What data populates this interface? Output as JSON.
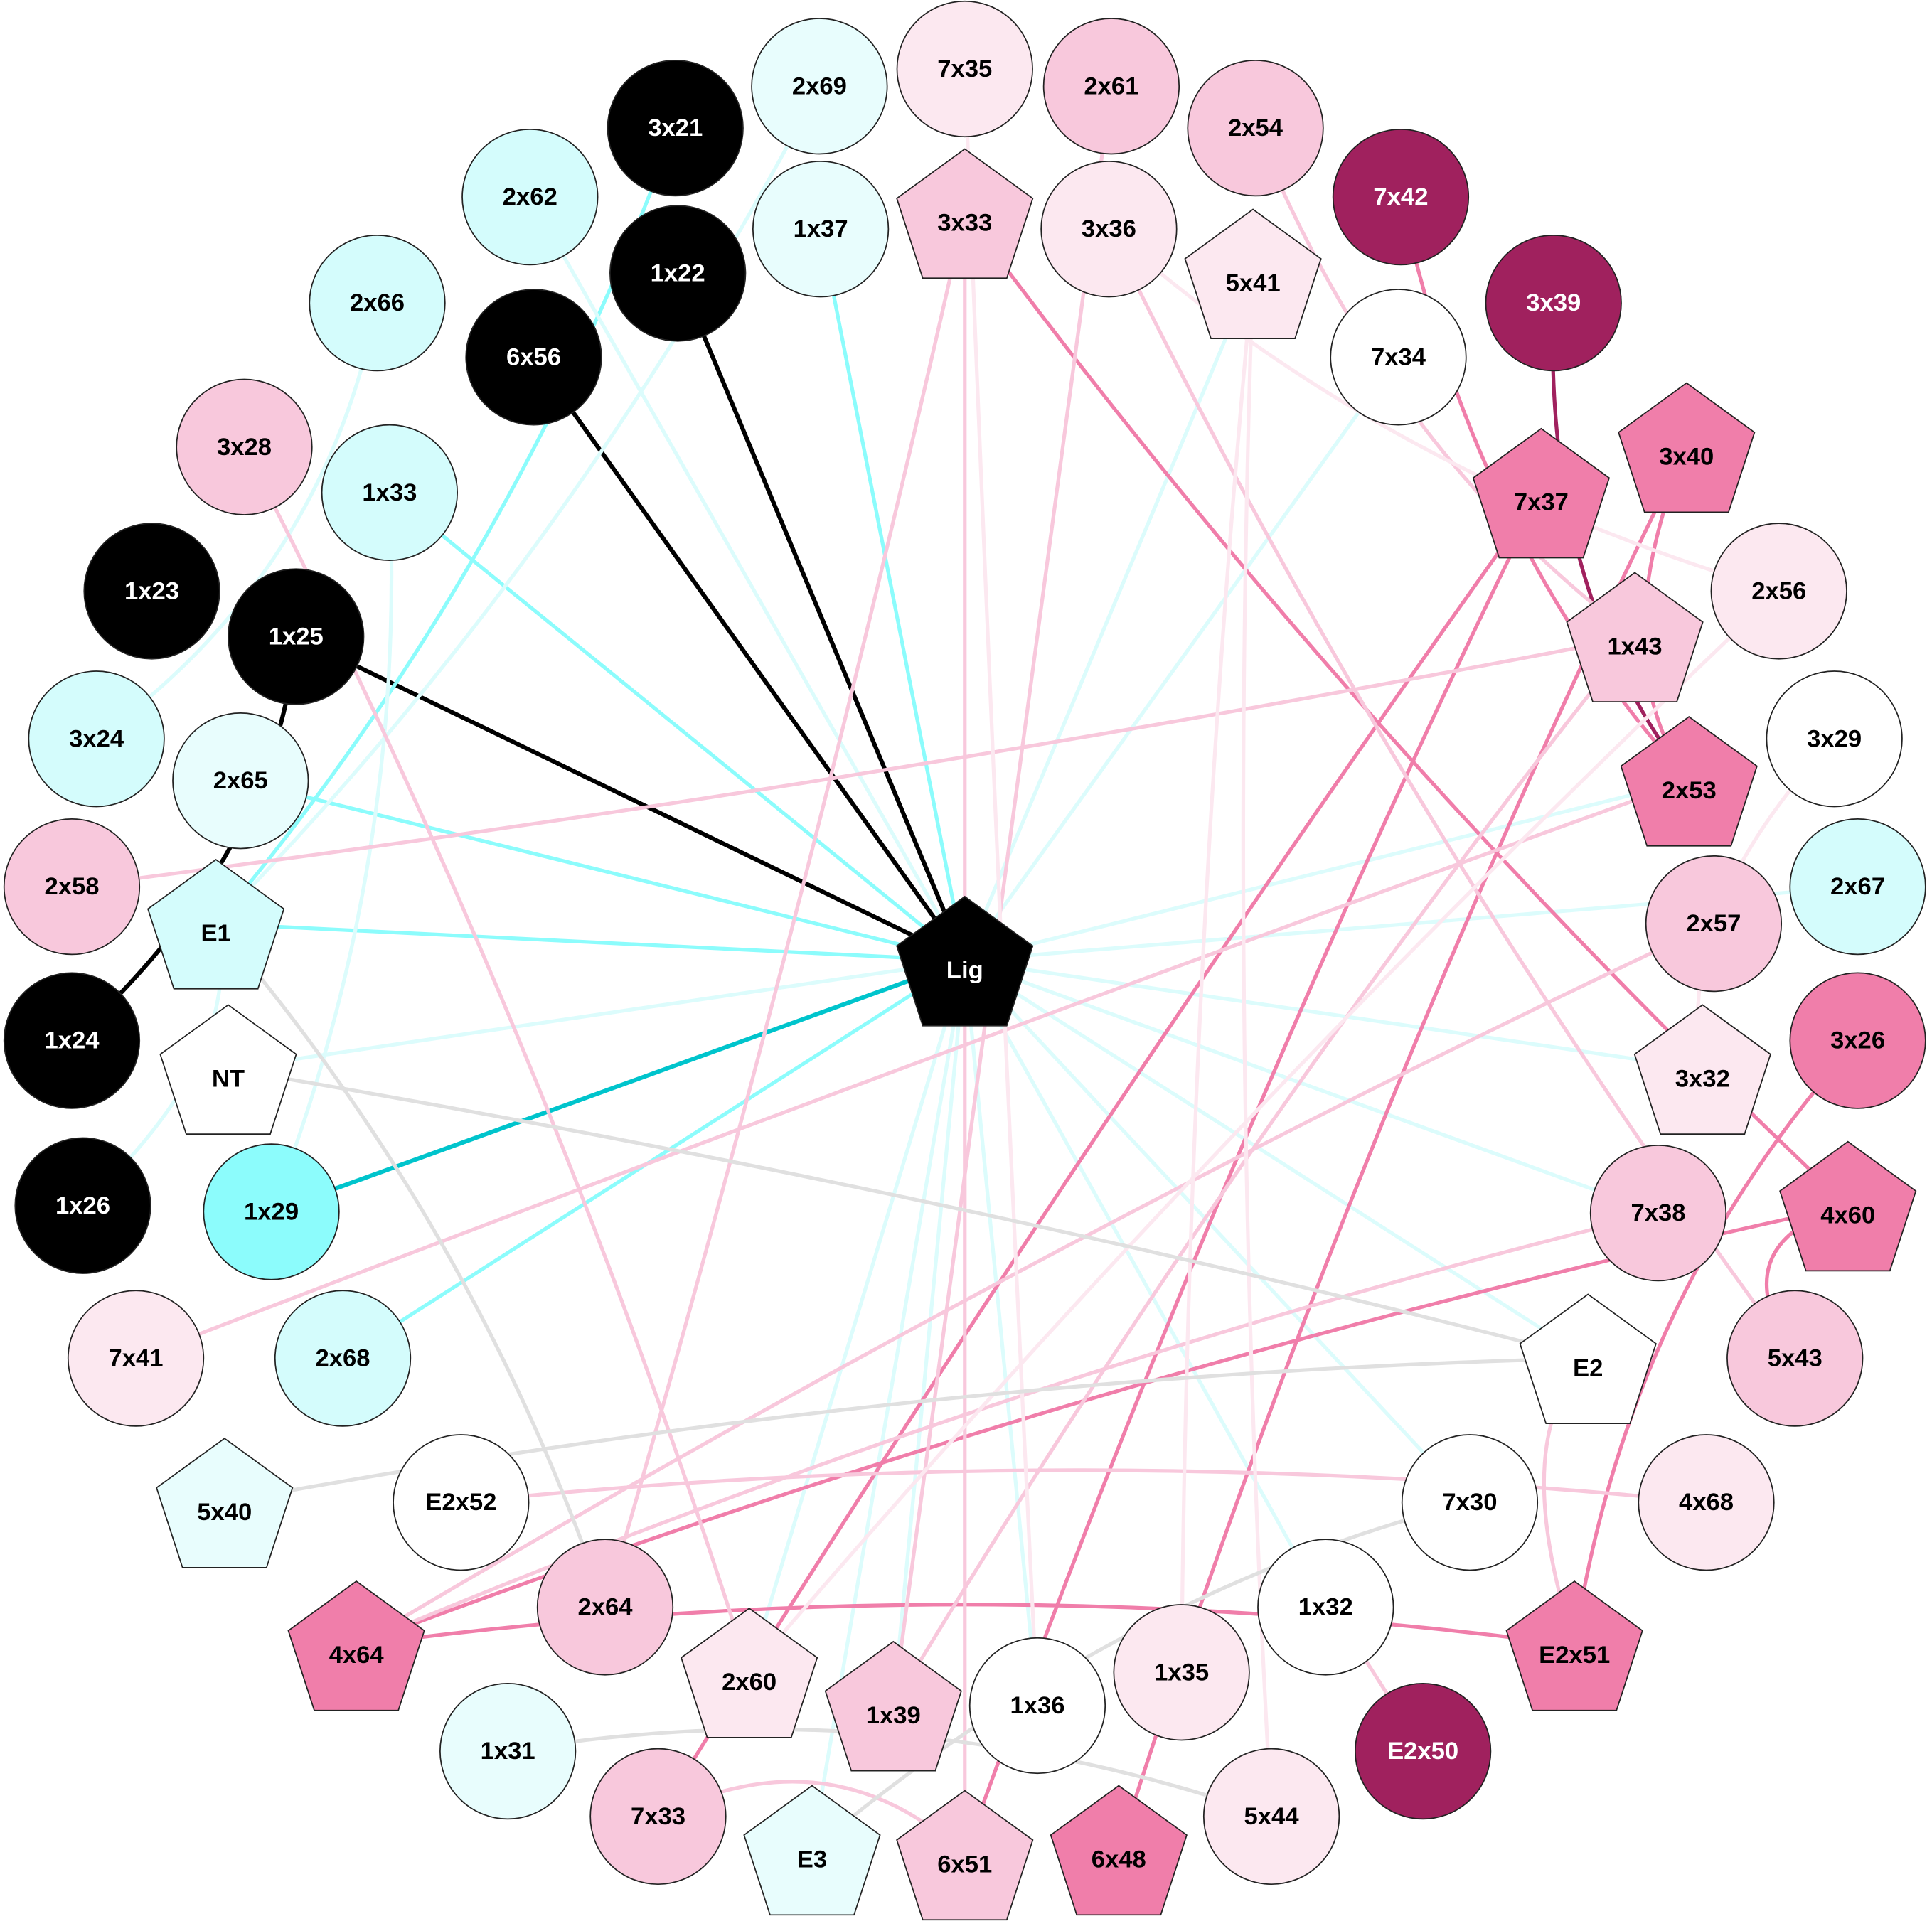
{
  "colors": {
    "black": "#000000",
    "dark_magenta": "#a0215e",
    "hot_pink": "#f07eaa",
    "pink": "#f8c8dc",
    "light_pink": "#fce8f0",
    "white": "#ffffff",
    "cyan_strong": "#8cfcfc",
    "cyan": "#d4fcfc",
    "light_cyan": "#e8fdfd",
    "edge_dark_cyan": "#00c4cc",
    "edge_gray": "#e0e0e0"
  },
  "nodes": [
    {
      "id": "3x21",
      "shape": "circle",
      "fill": "#000000"
    },
    {
      "id": "2x69",
      "shape": "circle",
      "fill": "#e8fdfd"
    },
    {
      "id": "7x35",
      "shape": "circle",
      "fill": "#fce8f0"
    },
    {
      "id": "2x61",
      "shape": "circle",
      "fill": "#f8c8dc"
    },
    {
      "id": "2x62",
      "shape": "circle",
      "fill": "#d4fcfc"
    },
    {
      "id": "1x37",
      "shape": "circle",
      "fill": "#e8fdfd"
    },
    {
      "id": "3x33",
      "shape": "pentagon",
      "fill": "#f8c8dc"
    },
    {
      "id": "3x36",
      "shape": "circle",
      "fill": "#fce8f0"
    },
    {
      "id": "2x54",
      "shape": "circle",
      "fill": "#f8c8dc"
    },
    {
      "id": "1x22",
      "shape": "circle",
      "fill": "#000000"
    },
    {
      "id": "7x42",
      "shape": "circle",
      "fill": "#a0215e"
    },
    {
      "id": "5x41",
      "shape": "pentagon",
      "fill": "#fce8f0"
    },
    {
      "id": "2x66",
      "shape": "circle",
      "fill": "#d4fcfc"
    },
    {
      "id": "6x56",
      "shape": "circle",
      "fill": "#000000"
    },
    {
      "id": "3x39",
      "shape": "circle",
      "fill": "#a0215e"
    },
    {
      "id": "7x34",
      "shape": "circle",
      "fill": "#ffffff"
    },
    {
      "id": "3x28",
      "shape": "circle",
      "fill": "#f8c8dc"
    },
    {
      "id": "1x33",
      "shape": "circle",
      "fill": "#d4fcfc"
    },
    {
      "id": "3x40",
      "shape": "pentagon",
      "fill": "#f07eaa"
    },
    {
      "id": "7x37",
      "shape": "pentagon",
      "fill": "#f07eaa"
    },
    {
      "id": "1x23",
      "shape": "circle",
      "fill": "#000000"
    },
    {
      "id": "1x25",
      "shape": "circle",
      "fill": "#000000"
    },
    {
      "id": "2x56",
      "shape": "circle",
      "fill": "#fce8f0"
    },
    {
      "id": "1x43",
      "shape": "pentagon",
      "fill": "#f8c8dc"
    },
    {
      "id": "3x24",
      "shape": "circle",
      "fill": "#d4fcfc"
    },
    {
      "id": "2x65",
      "shape": "circle",
      "fill": "#e8fdfd"
    },
    {
      "id": "3x29",
      "shape": "circle",
      "fill": "#ffffff"
    },
    {
      "id": "2x53",
      "shape": "pentagon",
      "fill": "#f07eaa"
    },
    {
      "id": "2x58",
      "shape": "circle",
      "fill": "#f8c8dc"
    },
    {
      "id": "E1",
      "shape": "pentagon",
      "fill": "#d4fcfc"
    },
    {
      "id": "Lig",
      "shape": "pentagon",
      "fill": "#000000"
    },
    {
      "id": "2x67",
      "shape": "circle",
      "fill": "#d4fcfc"
    },
    {
      "id": "2x57",
      "shape": "circle",
      "fill": "#f8c8dc"
    },
    {
      "id": "1x24",
      "shape": "circle",
      "fill": "#000000"
    },
    {
      "id": "NT",
      "shape": "pentagon",
      "fill": "#ffffff"
    },
    {
      "id": "3x32",
      "shape": "pentagon",
      "fill": "#fce8f0"
    },
    {
      "id": "3x26",
      "shape": "circle",
      "fill": "#f07eaa"
    },
    {
      "id": "1x26",
      "shape": "circle",
      "fill": "#000000"
    },
    {
      "id": "1x29",
      "shape": "circle",
      "fill": "#8cfcfc"
    },
    {
      "id": "7x38",
      "shape": "circle",
      "fill": "#f8c8dc"
    },
    {
      "id": "4x60",
      "shape": "pentagon",
      "fill": "#f07eaa"
    },
    {
      "id": "7x41",
      "shape": "circle",
      "fill": "#fce8f0"
    },
    {
      "id": "2x68",
      "shape": "circle",
      "fill": "#d4fcfc"
    },
    {
      "id": "E2",
      "shape": "pentagon",
      "fill": "#ffffff"
    },
    {
      "id": "5x43",
      "shape": "circle",
      "fill": "#f8c8dc"
    },
    {
      "id": "5x40",
      "shape": "pentagon",
      "fill": "#e8fdfd"
    },
    {
      "id": "E2x52",
      "shape": "circle",
      "fill": "#ffffff"
    },
    {
      "id": "7x30",
      "shape": "circle",
      "fill": "#ffffff"
    },
    {
      "id": "4x68",
      "shape": "circle",
      "fill": "#fce8f0"
    },
    {
      "id": "2x64",
      "shape": "circle",
      "fill": "#f8c8dc"
    },
    {
      "id": "1x32",
      "shape": "circle",
      "fill": "#ffffff"
    },
    {
      "id": "4x64",
      "shape": "pentagon",
      "fill": "#f07eaa"
    },
    {
      "id": "2x60",
      "shape": "pentagon",
      "fill": "#fce8f0"
    },
    {
      "id": "1x35",
      "shape": "circle",
      "fill": "#fce8f0"
    },
    {
      "id": "E2x51",
      "shape": "pentagon",
      "fill": "#f07eaa"
    },
    {
      "id": "1x39",
      "shape": "pentagon",
      "fill": "#f8c8dc"
    },
    {
      "id": "1x36",
      "shape": "circle",
      "fill": "#ffffff"
    },
    {
      "id": "E2x50",
      "shape": "circle",
      "fill": "#a0215e"
    },
    {
      "id": "1x31",
      "shape": "circle",
      "fill": "#e8fdfd"
    },
    {
      "id": "7x33",
      "shape": "circle",
      "fill": "#f8c8dc"
    },
    {
      "id": "E3",
      "shape": "pentagon",
      "fill": "#e8fdfd"
    },
    {
      "id": "6x51",
      "shape": "pentagon",
      "fill": "#f8c8dc"
    },
    {
      "id": "6x48",
      "shape": "pentagon",
      "fill": "#f07eaa"
    },
    {
      "id": "5x44",
      "shape": "circle",
      "fill": "#fce8f0"
    }
  ],
  "edges": [
    {
      "from": "Lig",
      "to": "1x22",
      "color": "#000000"
    },
    {
      "from": "Lig",
      "to": "6x56",
      "color": "#000000"
    },
    {
      "from": "Lig",
      "to": "1x25",
      "color": "#000000"
    },
    {
      "from": "1x25",
      "to": "1x24",
      "color": "#000000"
    },
    {
      "from": "Lig",
      "to": "1x29",
      "color": "#00c4cc"
    },
    {
      "from": "Lig",
      "to": "1x37",
      "color": "#8cfcfc"
    },
    {
      "from": "Lig",
      "to": "1x33",
      "color": "#8cfcfc"
    },
    {
      "from": "Lig",
      "to": "2x65",
      "color": "#8cfcfc"
    },
    {
      "from": "Lig",
      "to": "E1",
      "color": "#8cfcfc"
    },
    {
      "from": "Lig",
      "to": "2x68",
      "color": "#8cfcfc"
    },
    {
      "from": "3x21",
      "to": "E1",
      "color": "#8cfcfc"
    },
    {
      "from": "Lig",
      "to": "2x62",
      "color": "#dcfcfc"
    },
    {
      "from": "Lig",
      "to": "7x34",
      "color": "#dcfcfc"
    },
    {
      "from": "Lig",
      "to": "5x41",
      "color": "#dcfcfc"
    },
    {
      "from": "Lig",
      "to": "2x67",
      "color": "#dcfcfc"
    },
    {
      "from": "Lig",
      "to": "3x32",
      "color": "#dcfcfc"
    },
    {
      "from": "Lig",
      "to": "7x38",
      "color": "#dcfcfc"
    },
    {
      "from": "Lig",
      "to": "E2",
      "color": "#dcfcfc"
    },
    {
      "from": "Lig",
      "to": "7x30",
      "color": "#dcfcfc"
    },
    {
      "from": "Lig",
      "to": "1x32",
      "color": "#dcfcfc"
    },
    {
      "from": "Lig",
      "to": "1x36",
      "color": "#dcfcfc"
    },
    {
      "from": "Lig",
      "to": "E3",
      "color": "#dcfcfc"
    },
    {
      "from": "Lig",
      "to": "NT",
      "color": "#dcfcfc"
    },
    {
      "from": "Lig",
      "to": "2x60",
      "color": "#dcfcfc"
    },
    {
      "from": "Lig",
      "to": "1x39",
      "color": "#dcfcfc"
    },
    {
      "from": "Lig",
      "to": "2x53",
      "color": "#dcfcfc"
    },
    {
      "from": "1x26",
      "to": "E1",
      "color": "#dcfcfc"
    },
    {
      "from": "2x66",
      "to": "3x24",
      "color": "#dcfcfc"
    },
    {
      "from": "1x29",
      "to": "1x33",
      "color": "#dcfcfc"
    },
    {
      "from": "2x69",
      "to": "E1",
      "color": "#dcfcfc"
    },
    {
      "from": "7x42",
      "to": "2x53",
      "color": "#f07eaa"
    },
    {
      "from": "3x39",
      "to": "2x53",
      "color": "#a0215e"
    },
    {
      "from": "3x33",
      "to": "4x60",
      "color": "#f07eaa"
    },
    {
      "from": "7x37",
      "to": "7x33",
      "color": "#f07eaa"
    },
    {
      "from": "7x37",
      "to": "6x51",
      "color": "#f07eaa"
    },
    {
      "from": "3x40",
      "to": "6x48",
      "color": "#f07eaa"
    },
    {
      "from": "4x60",
      "to": "4x64",
      "color": "#f07eaa"
    },
    {
      "from": "4x64",
      "to": "E2x51",
      "color": "#f07eaa"
    },
    {
      "from": "3x26",
      "to": "E2x51",
      "color": "#f07eaa"
    },
    {
      "from": "3x40",
      "to": "2x53",
      "color": "#f07eaa"
    },
    {
      "from": "4x60",
      "to": "5x43",
      "color": "#f07eaa"
    },
    {
      "from": "1x43",
      "to": "2x58",
      "color": "#f8c8dc"
    },
    {
      "from": "2x53",
      "to": "7x41",
      "color": "#f8c8dc"
    },
    {
      "from": "3x28",
      "to": "2x60",
      "color": "#f8c8dc"
    },
    {
      "from": "2x61",
      "to": "1x39",
      "color": "#f8c8dc"
    },
    {
      "from": "E2x52",
      "to": "4x68",
      "color": "#f8c8dc"
    },
    {
      "from": "2x54",
      "to": "1x43",
      "color": "#f8c8dc"
    },
    {
      "from": "3x33",
      "to": "2x64",
      "color": "#f8c8dc"
    },
    {
      "from": "3x36",
      "to": "5x43",
      "color": "#f8c8dc"
    },
    {
      "from": "1x43",
      "to": "1x39",
      "color": "#f8c8dc"
    },
    {
      "from": "7x38",
      "to": "4x64",
      "color": "#f8c8dc"
    },
    {
      "from": "2x57",
      "to": "4x64",
      "color": "#f8c8dc"
    },
    {
      "from": "E2",
      "to": "E2x51",
      "color": "#f8c8dc"
    },
    {
      "from": "1x32",
      "to": "E2x50",
      "color": "#f8c8dc"
    },
    {
      "from": "7x33",
      "to": "6x51",
      "color": "#f8c8dc"
    },
    {
      "from": "3x33",
      "to": "6x51",
      "color": "#f8c8dc"
    },
    {
      "from": "5x41",
      "to": "1x35",
      "color": "#fce8f0"
    },
    {
      "from": "7x35",
      "to": "1x36",
      "color": "#fce8f0"
    },
    {
      "from": "3x36",
      "to": "2x56",
      "color": "#fce8f0"
    },
    {
      "from": "5x41",
      "to": "5x44",
      "color": "#fce8f0"
    },
    {
      "from": "3x29",
      "to": "3x32",
      "color": "#fce8f0"
    },
    {
      "from": "2x56",
      "to": "2x60",
      "color": "#fce8f0"
    },
    {
      "from": "NT",
      "to": "E2",
      "color": "#e0e0e0"
    },
    {
      "from": "E1",
      "to": "2x64",
      "color": "#e0e0e0"
    },
    {
      "from": "5x40",
      "to": "E2",
      "color": "#e0e0e0"
    },
    {
      "from": "1x31",
      "to": "5x44",
      "color": "#e0e0e0"
    },
    {
      "from": "7x30",
      "to": "E3",
      "color": "#e0e0e0"
    }
  ]
}
